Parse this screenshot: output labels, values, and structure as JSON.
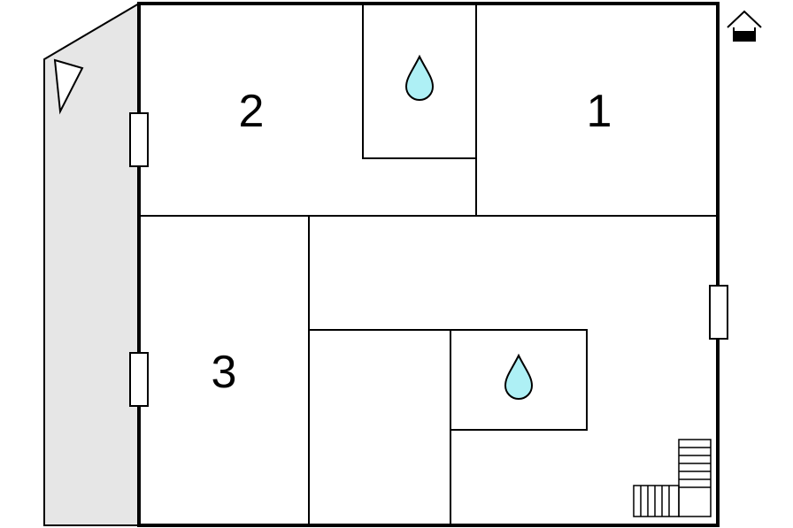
{
  "floor_plan": {
    "rooms": [
      {
        "label": "1"
      },
      {
        "label": "2"
      },
      {
        "label": "3"
      }
    ],
    "bathrooms": [
      {
        "icon": "water-drop-icon"
      },
      {
        "icon": "water-drop-icon"
      }
    ],
    "icons": {
      "entrance": "house-entrance-icon",
      "terrace": "terrace-triangle-icon",
      "stairs": "stairs-icon"
    },
    "colors": {
      "wall": "#000000",
      "background": "#ffffff",
      "terrace_fill": "#e6e6e6",
      "water": "#aef0f5"
    }
  }
}
